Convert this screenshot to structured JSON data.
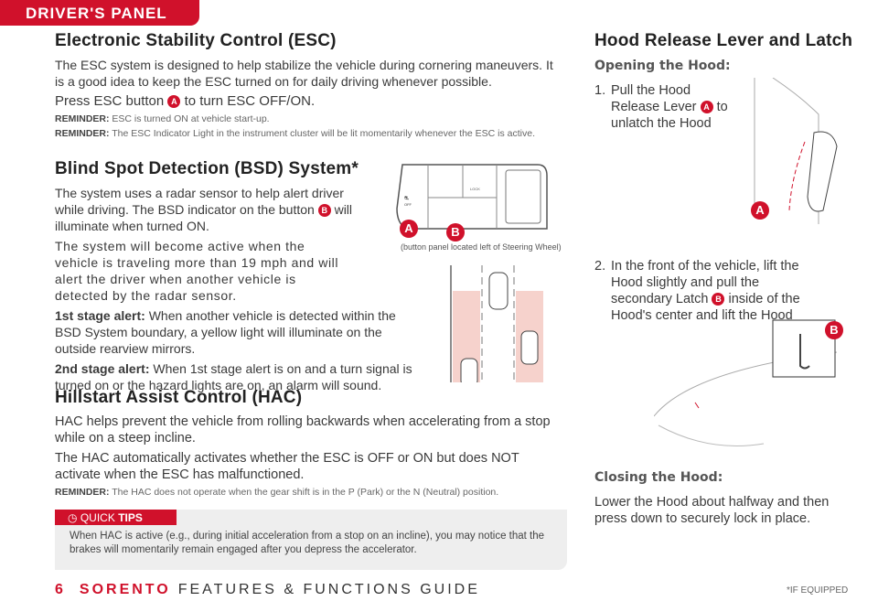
{
  "tab": "DRIVER'S PANEL",
  "esc": {
    "title": "Electronic Stability Control (ESC)",
    "body": "The ESC system is designed to help stabilize the vehicle during cornering maneuvers. It is a good idea to keep the ESC turned on for daily driving whenever possible.",
    "press_pre": "Press ESC button",
    "press_post": "to turn ESC OFF/ON.",
    "reminder_label": "REMINDER:",
    "reminder1": "ESC is turned ON at vehicle start-up.",
    "reminder2": "The ESC Indicator Light in the instrument cluster will be lit momentarily whenever the ESC is active."
  },
  "bsd": {
    "title": "Blind Spot Detection (BSD) System*",
    "p1": "The system uses a radar sensor to help alert driver while driving. The BSD indicator on the button",
    "p1b": "will illuminate when turned ON.",
    "p2": "The system will become active when the vehicle is traveling more than 19 mph and will alert the driver when another vehicle is detected by the radar sensor.",
    "stage1_label": "1st stage alert:",
    "stage1": "When another vehicle is detected within the BSD System boundary, a yellow light will illuminate on the outside rearview mirrors.",
    "stage2_label": "2nd stage alert:",
    "stage2": "When 1st stage alert is on and a turn signal is turned on or the hazard lights are on, an alarm will sound.",
    "caption": "(button panel located left of Steering Wheel)",
    "panel_off": "OFF",
    "panel_lock": "LOCK"
  },
  "hac": {
    "title": "Hillstart Assist Control (HAC)",
    "p1": "HAC helps prevent the vehicle from rolling backwards when accelerating from a stop while on a steep incline.",
    "p2": "The HAC automatically activates whether the ESC is OFF or ON but does NOT activate when the ESC has malfunctioned.",
    "reminder_label": "REMINDER:",
    "reminder": "The HAC does not operate when the gear shift is in the P (Park) or the N (Neutral) position."
  },
  "tips": {
    "label_a": "QUICK",
    "label_b": "TIPS",
    "text": "When HAC is active (e.g., during initial acceleration from a stop on an incline), you may notice that the brakes will momentarily remain engaged after you depress the accelerator."
  },
  "hood": {
    "title": "Hood Release Lever and Latch",
    "opening": "Opening the Hood:",
    "s1_num": "1.",
    "s1a": "Pull the Hood Release Lever",
    "s1b": "to unlatch the Hood",
    "s2_num": "2.",
    "s2a": "In the front of the vehicle, lift the Hood slightly and pull the secondary Latch",
    "s2b": "inside of the Hood's center and lift the Hood",
    "closing": "Closing the Hood:",
    "close_text": "Lower the Hood about halfway and then press down to securely lock in place."
  },
  "badges": {
    "a": "A",
    "b": "B"
  },
  "footer": {
    "page": "6",
    "brand": "SORENTO",
    "guide": "FEATURES & FUNCTIONS GUIDE",
    "note": "*IF EQUIPPED"
  },
  "colors": {
    "accent": "#d0112b"
  }
}
